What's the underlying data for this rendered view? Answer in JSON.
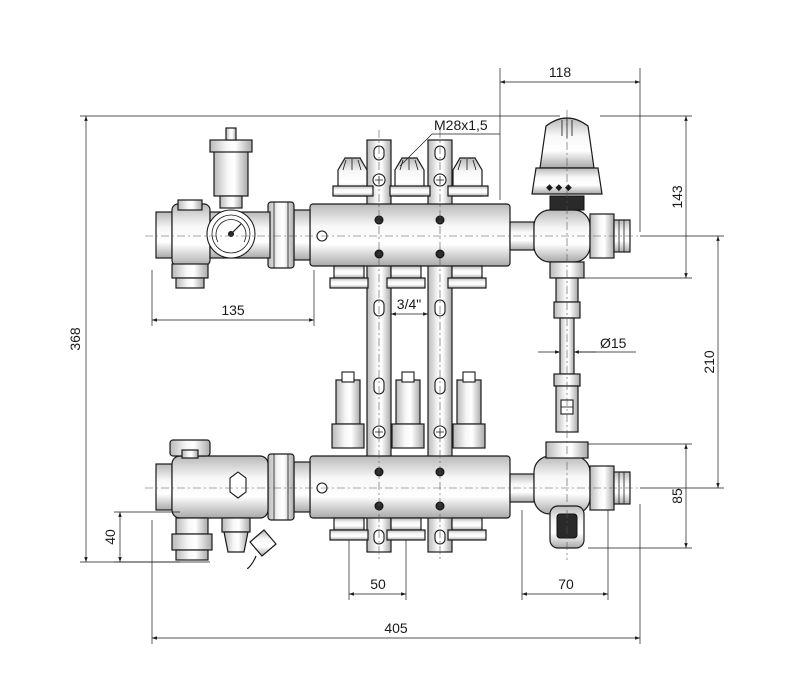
{
  "dimensions": {
    "top_width": "118",
    "thread": "M28x1,5",
    "height_right_top": "143",
    "total_height": "368",
    "left_offset": "135",
    "connector": "3/4\"",
    "pipe_diameter": "Ø15",
    "center_distance": "210",
    "low_left": "40",
    "low_right": "85",
    "outlet_pitch": "50",
    "right_width": "70",
    "total_width": "405"
  },
  "colors": {
    "line": "#1a1a1a",
    "metal_light": "#f4f4f4",
    "metal_dark": "#b9b9b9"
  }
}
